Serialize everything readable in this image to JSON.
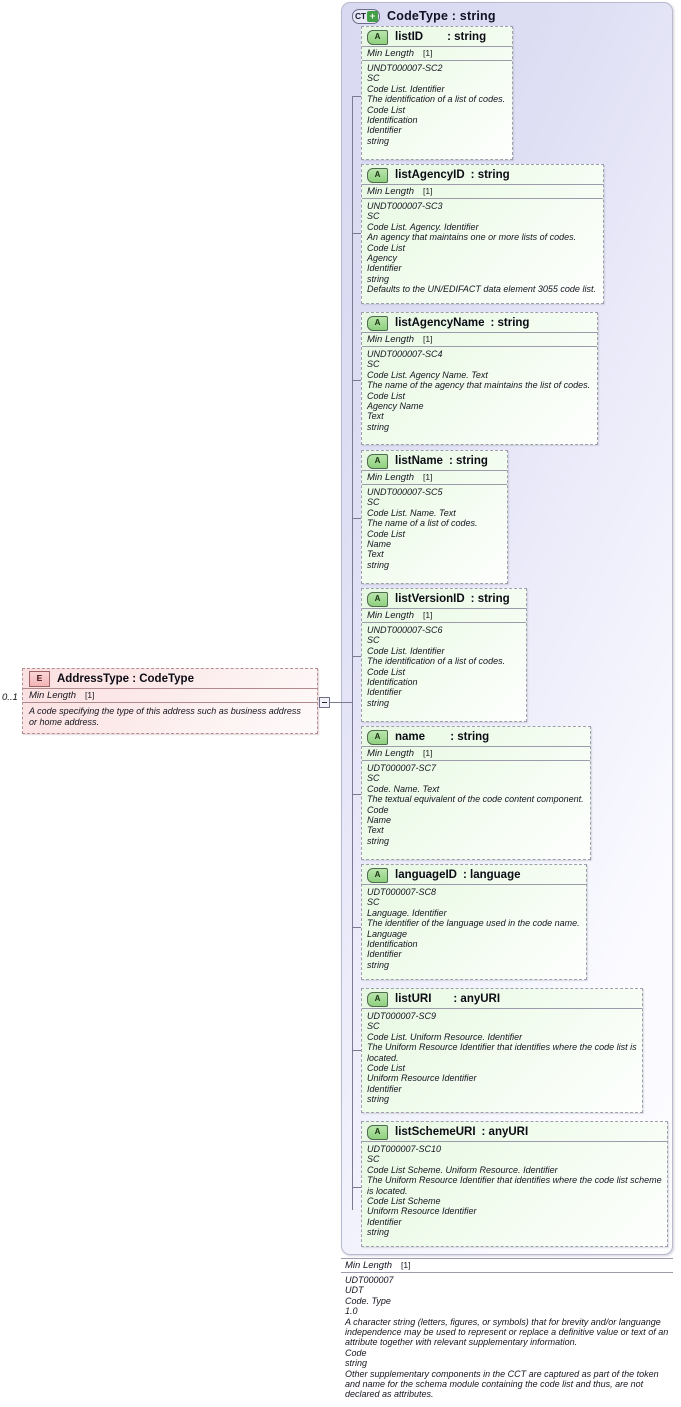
{
  "complex_type": {
    "icon": "complextype-expand-icon",
    "icon_label": "CT",
    "plus": "+",
    "title": "CodeType : string"
  },
  "element": {
    "icon_label": "E",
    "title": "AddressType : CodeType",
    "cardinality": "0..1",
    "facet_label": "Min Length",
    "facet_value": "[1]",
    "documentation": "A code specifying the type of this address such as business address or home address."
  },
  "attributes": [
    {
      "icon_label": "A",
      "name": "listID",
      "type": ": string",
      "facet_label": "Min Length",
      "facet_value": "[1]",
      "doc": [
        "UNDT000007-SC2",
        "SC",
        "Code List. Identifier",
        "The identification of a list of codes.",
        "Code List",
        "Identification",
        "Identifier",
        "string"
      ]
    },
    {
      "icon_label": "A",
      "name": "listAgencyID",
      "type": ": string",
      "facet_label": "Min Length",
      "facet_value": "[1]",
      "doc": [
        "UNDT000007-SC3",
        "SC",
        "Code List. Agency. Identifier",
        "An agency that maintains one or more lists of codes.",
        "Code List",
        "Agency",
        "Identifier",
        "string",
        "Defaults to the UN/EDIFACT data element 3055 code list."
      ]
    },
    {
      "icon_label": "A",
      "name": "listAgencyName",
      "type": ": string",
      "facet_label": "Min Length",
      "facet_value": "[1]",
      "doc": [
        "UNDT000007-SC4",
        "SC",
        "Code List. Agency Name. Text",
        "The name of the agency that maintains the list of codes.",
        "Code List",
        "Agency Name",
        "Text",
        "string"
      ]
    },
    {
      "icon_label": "A",
      "name": "listName",
      "type": ": string",
      "facet_label": "Min Length",
      "facet_value": "[1]",
      "doc": [
        "UNDT000007-SC5",
        "SC",
        "Code List. Name. Text",
        "The name of a list of codes.",
        "Code List",
        "Name",
        "Text",
        "string"
      ]
    },
    {
      "icon_label": "A",
      "name": "listVersionID",
      "type": ": string",
      "facet_label": "Min Length",
      "facet_value": "[1]",
      "doc": [
        "UNDT000007-SC6",
        "SC",
        "Code List. Identifier",
        "The identification of a list of codes.",
        "Code List",
        "Identification",
        "Identifier",
        "string"
      ]
    },
    {
      "icon_label": "A",
      "name": "name      ",
      "type": ": string",
      "facet_label": "Min Length",
      "facet_value": "[1]",
      "doc": [
        "UDT000007-SC7",
        "SC",
        "Code. Name. Text",
        "The textual equivalent of the code content component.",
        "Code",
        "Name",
        "Text",
        "string"
      ]
    },
    {
      "icon_label": "A",
      "name": "languageID",
      "type": ": language",
      "facet_label": "",
      "facet_value": "",
      "doc": [
        "UDT000007-SC8",
        "SC",
        "Language. Identifier",
        "The identifier of the language used in the code name.",
        "Language",
        "Identification",
        "Identifier",
        "string"
      ]
    },
    {
      "icon_label": "A",
      "name": "listURI     ",
      "type": ": anyURI",
      "facet_label": "",
      "facet_value": "",
      "doc": [
        "UDT000007-SC9",
        "SC",
        "Code List. Uniform Resource. Identifier",
        "The Uniform Resource Identifier that identifies where the code list is located.",
        "Code List",
        "Uniform Resource Identifier",
        "Identifier",
        "string"
      ]
    },
    {
      "icon_label": "A",
      "name": "listSchemeURI",
      "type": ": anyURI",
      "facet_label": "",
      "facet_value": "",
      "doc": [
        "UDT000007-SC10",
        "SC",
        "Code List Scheme. Uniform Resource. Identifier",
        "The Uniform Resource Identifier that identifies where the code list scheme is located.",
        "Code List Scheme",
        "Uniform Resource Identifier",
        "Identifier",
        "string"
      ]
    }
  ],
  "bottom_documentation": {
    "facet_label": "Min Length",
    "facet_value": "[1]",
    "lines": [
      "UDT000007",
      "UDT",
      "Code. Type",
      "1.0",
      "A character string (letters, figures, or symbols) that for brevity and/or languange independence may be used to represent or replace a definitive value or text of an attribute together with relevant supplementary information.",
      "Code",
      "string",
      "Other supplementary components in the CCT are captured as part of the token and name for the schema module containing the code list and thus, are not declared as attributes."
    ]
  },
  "colors": {
    "attribute_fill": "#eefbea",
    "element_fill": "#fce9e9",
    "container_fill": "#dcdcf3",
    "connector": "#7a7a92",
    "icon_green": "#8fd07f",
    "plus_green": "#43a047"
  }
}
